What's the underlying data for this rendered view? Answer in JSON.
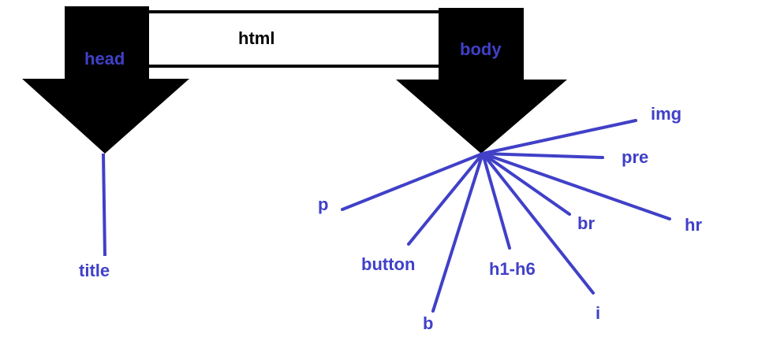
{
  "colors": {
    "stroke": "#000000",
    "fill_dark": "#000000",
    "line_blue": "#4040c8",
    "text_blue": "#4040c8",
    "text_dark": "#000000",
    "background": "#ffffff"
  },
  "root": {
    "label": "html"
  },
  "branches": {
    "head": {
      "label": "head",
      "children": [
        "title"
      ]
    },
    "body": {
      "label": "body",
      "children": [
        "img",
        "pre",
        "p",
        "br",
        "hr",
        "button",
        "h1-h6",
        "b",
        "i"
      ]
    }
  }
}
